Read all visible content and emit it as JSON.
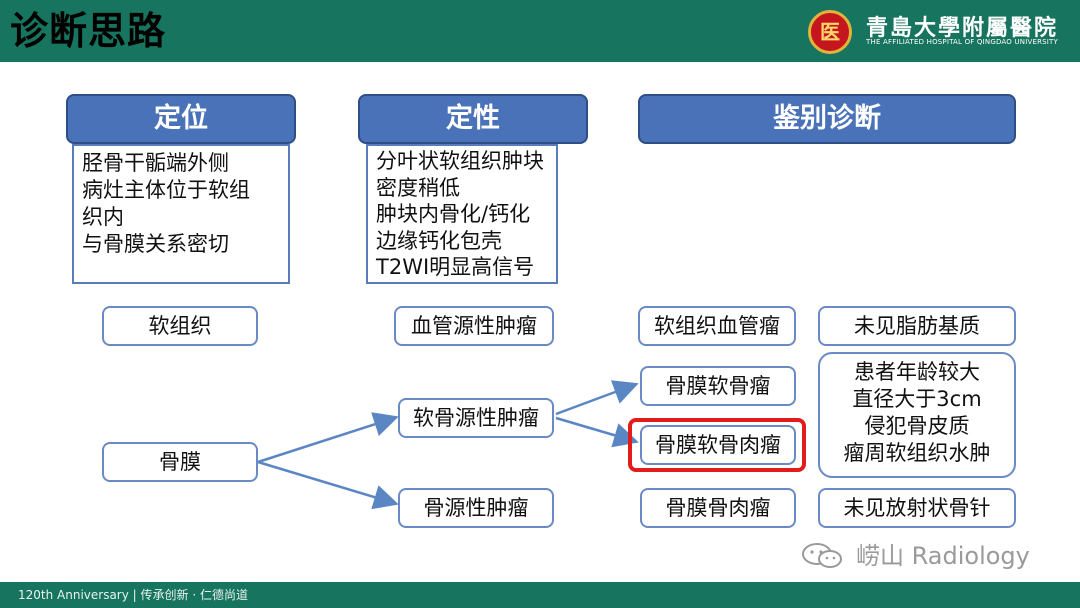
{
  "slide": {
    "title": "诊断思路"
  },
  "brand": {
    "seal_char": "医",
    "hospital_name": "青島大學附屬醫院",
    "hospital_name_en": "THE AFFILIATED HOSPITAL OF QINGDAO UNIVERSITY"
  },
  "footer": {
    "text": "120th Anniversary  |  传承创新 · 仁德尚道"
  },
  "columns": {
    "location": {
      "header": "定位",
      "lines": [
        "胫骨干骺端外侧",
        "病灶主体位于软组",
        "织内",
        "与骨膜关系密切"
      ]
    },
    "nature": {
      "header": "定性",
      "lines": [
        "分叶状软组织肿块",
        "密度稍低",
        "肿块内骨化/钙化",
        "边缘钙化包壳",
        "T2WI明显高信号"
      ]
    },
    "differential": {
      "header": "鉴别诊断"
    }
  },
  "nodes": {
    "soft_tissue": "软组织",
    "vascular_tumor": "血管源性肿瘤",
    "soft_tissue_hemangioma": "软组织血管瘤",
    "no_fat_matrix": "未见脂肪基质",
    "periosteum": "骨膜",
    "cartilage_tumor": "软骨源性肿瘤",
    "periosteal_chondroma": "骨膜软骨瘤",
    "periosteal_chondrosarcoma": "骨膜软骨肉瘤",
    "bone_tumor": "骨源性肿瘤",
    "periosteal_osteosarcoma": "骨膜骨肉瘤",
    "no_sunburst_spicules": "未见放射状骨针"
  },
  "chondrosarcoma_reasons": [
    "患者年龄较大",
    "直径大于3cm",
    "侵犯骨皮质",
    "瘤周软组织水肿"
  ],
  "watermark": {
    "text": "崂山 Radiology",
    "icon": "wechat-icon"
  },
  "colors": {
    "header_bar": "#17745f",
    "header_box": "#4a72b8",
    "highlight": "#e21b1b",
    "arrow": "#5b86c4"
  }
}
